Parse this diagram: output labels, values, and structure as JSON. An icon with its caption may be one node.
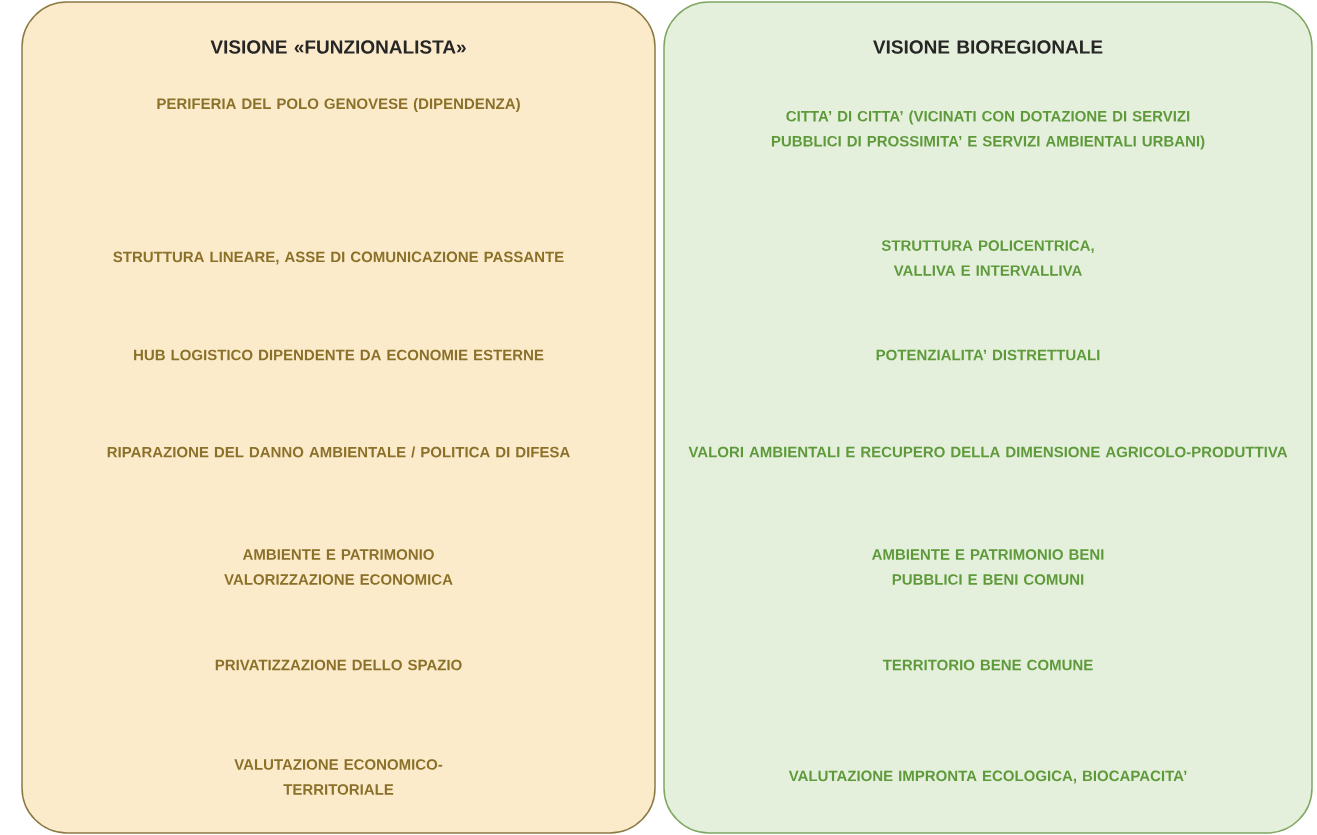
{
  "diagram": {
    "nodes": [
      {
        "text": [
          "VISIONE «FUNZIONALISTA»",
          "PERIFERIA DEL POLO GENOVESE (DIPENDENZA)",
          "STRUTTURA LINEARE, ASSE DI COMUNICAZIONE PASSANTE",
          "HUB LOGISTICO DIPENDENTE DA ECONOMIE ESTERNE",
          "RIPARAZIONE DEL DANNO AMBIENTALE / POLITICA DI DIFESA",
          "AMBIENTE E PATRIMONIO VALORIZZAZIONE ECONOMICA",
          "PRIVATIZZAZIONE DELLO SPAZIO",
          "VALUTAZIONE ECONOMICO-TERRITORIALE"
        ]
      },
      {
        "text": [
          "VISIONE BIOREGIONALE",
          "CITTA’ DI CITTA’ (VICINATI CON DOTAZIONE DI SERVIZI PUBBLICI DI PROSSIMITA’ E SERVIZI AMBIENTALI URBANI)",
          "STRUTTURA POLICENTRICA, VALLIVA E INTERVALLIVA",
          "POTENZIALITA’ DISTRETTUALI",
          "VALORI AMBIENTALI E RECUPERO DELLA DIMENSIONE AGRICOLO-PRODUTTIVA",
          "AMBIENTE E PATRIMONIO BENI PUBBLICI E BENI COMUNI",
          "TERRITORIO BENE COMUNE",
          "VALUTAZIONE IMPRONTA ECOLOGICA, BIOCAPACITA’"
        ]
      }
    ]
  }
}
